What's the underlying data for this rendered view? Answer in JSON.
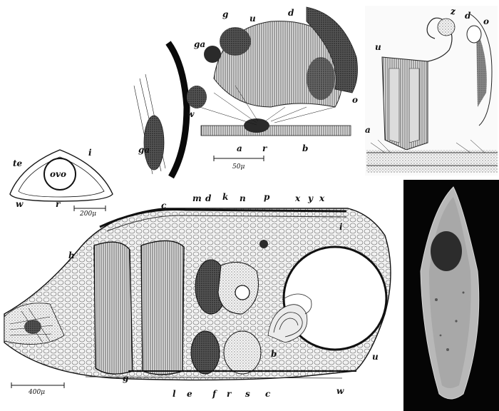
{
  "figures": {
    "cross_section": {
      "labels": [
        "te",
        "i",
        "ovo",
        "w",
        "r"
      ],
      "scale": "200μ"
    },
    "gland_detail": {
      "labels": [
        "g",
        "u",
        "d",
        "ga",
        "w",
        "o",
        "a",
        "r",
        "b",
        "ga"
      ],
      "scale": "50μ"
    },
    "ovary_detail": {
      "labels": [
        "z",
        "d",
        "o",
        "u",
        "a"
      ]
    },
    "longitudinal_section": {
      "labels": [
        "c",
        "m",
        "d",
        "k",
        "n",
        "p",
        "x",
        "y",
        "x",
        "i",
        "h",
        "b",
        "u",
        "g",
        "l",
        "e",
        "f",
        "r",
        "s",
        "c",
        "w"
      ],
      "scale": "400μ"
    },
    "photo_label": ""
  }
}
